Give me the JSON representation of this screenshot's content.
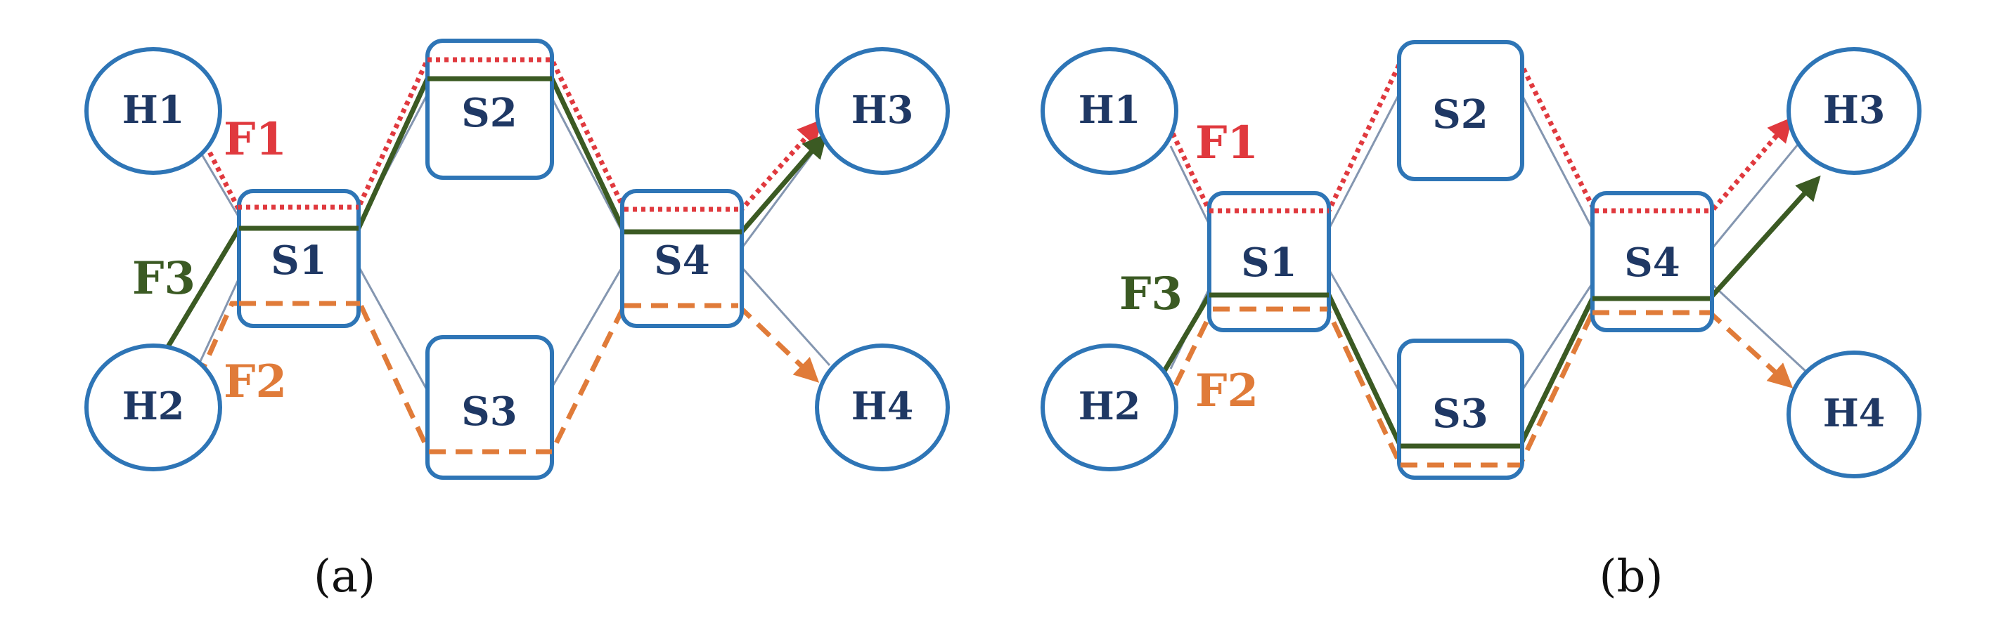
{
  "colors": {
    "node_stroke": "#2e75b6",
    "link": "#8496b0",
    "f1": "#e0393e",
    "f2": "#e07b39",
    "f3": "#3b5a23",
    "node_text": "#1f3864"
  },
  "panels": [
    {
      "caption": "(a)",
      "nodes": {
        "H1": "H1",
        "H2": "H2",
        "H3": "H3",
        "H4": "H4",
        "S1": "S1",
        "S2": "S2",
        "S3": "S3",
        "S4": "S4"
      },
      "flows": {
        "F1": "F1",
        "F2": "F2",
        "F3": "F3"
      }
    },
    {
      "caption": "(b)",
      "nodes": {
        "H1": "H1",
        "H2": "H2",
        "H3": "H3",
        "H4": "H4",
        "S1": "S1",
        "S2": "S2",
        "S3": "S3",
        "S4": "S4"
      },
      "flows": {
        "F1": "F1",
        "F2": "F2",
        "F3": "F3"
      }
    }
  ]
}
